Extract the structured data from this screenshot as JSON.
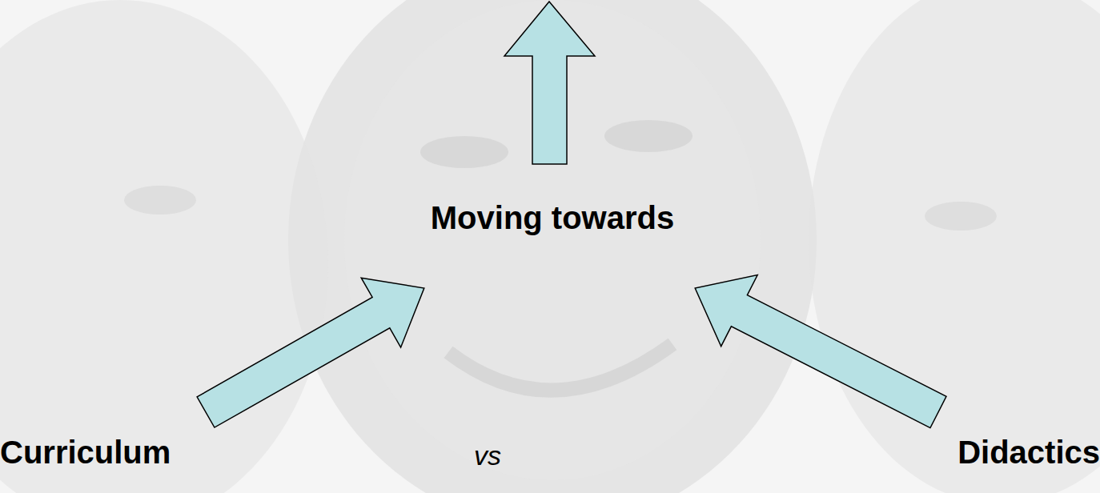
{
  "diagram": {
    "nodes": [
      {
        "text": [
          "Moving towards"
        ]
      },
      {
        "text": [
          "Curriculum"
        ]
      },
      {
        "text": [
          "Didactics"
        ]
      }
    ],
    "edges": [
      {
        "from": 1,
        "to": 0,
        "arrow": "to"
      },
      {
        "from": 2,
        "to": 0,
        "arrow": "to"
      }
    ],
    "labels": [
      "vs"
    ]
  }
}
